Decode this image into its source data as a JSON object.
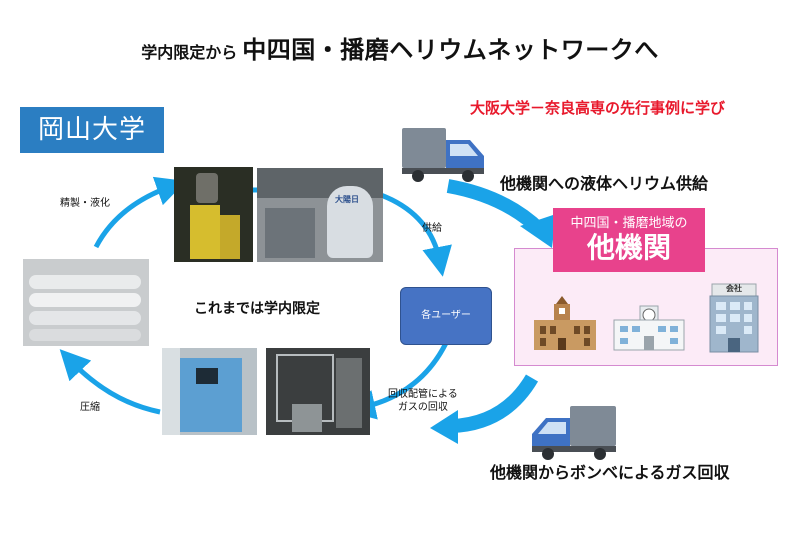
{
  "title": {
    "prefix": "学内限定から",
    "main": "中四国・播磨ヘリウムネットワークへ"
  },
  "okayama_label": "岡山大学",
  "precedent": "大阪大学－奈良高専の先行事例に学び",
  "supply_to_others": "他機関への液体ヘリウム供給",
  "recovery_from_others": "他機関からボンベによるガス回収",
  "cycle": {
    "purify_liquefy": "精製・液化",
    "supply": "供給",
    "compress": "圧縮",
    "return_pipe_line1": "回収配管による",
    "return_pipe_line2": "ガスの回収",
    "center": "これまでは学内限定",
    "users": "各ユーザー",
    "tank_text": "大陽日"
  },
  "other_institutions": {
    "region": "中四国・播磨地域の",
    "label": "他機関",
    "company_sign": "会社"
  },
  "colors": {
    "arrow_blue": "#1aa3e8",
    "okayama_blue": "#2b7ec2",
    "pink": "#e8428c",
    "red_text": "#e8192c",
    "user_box": "#4673c4"
  }
}
